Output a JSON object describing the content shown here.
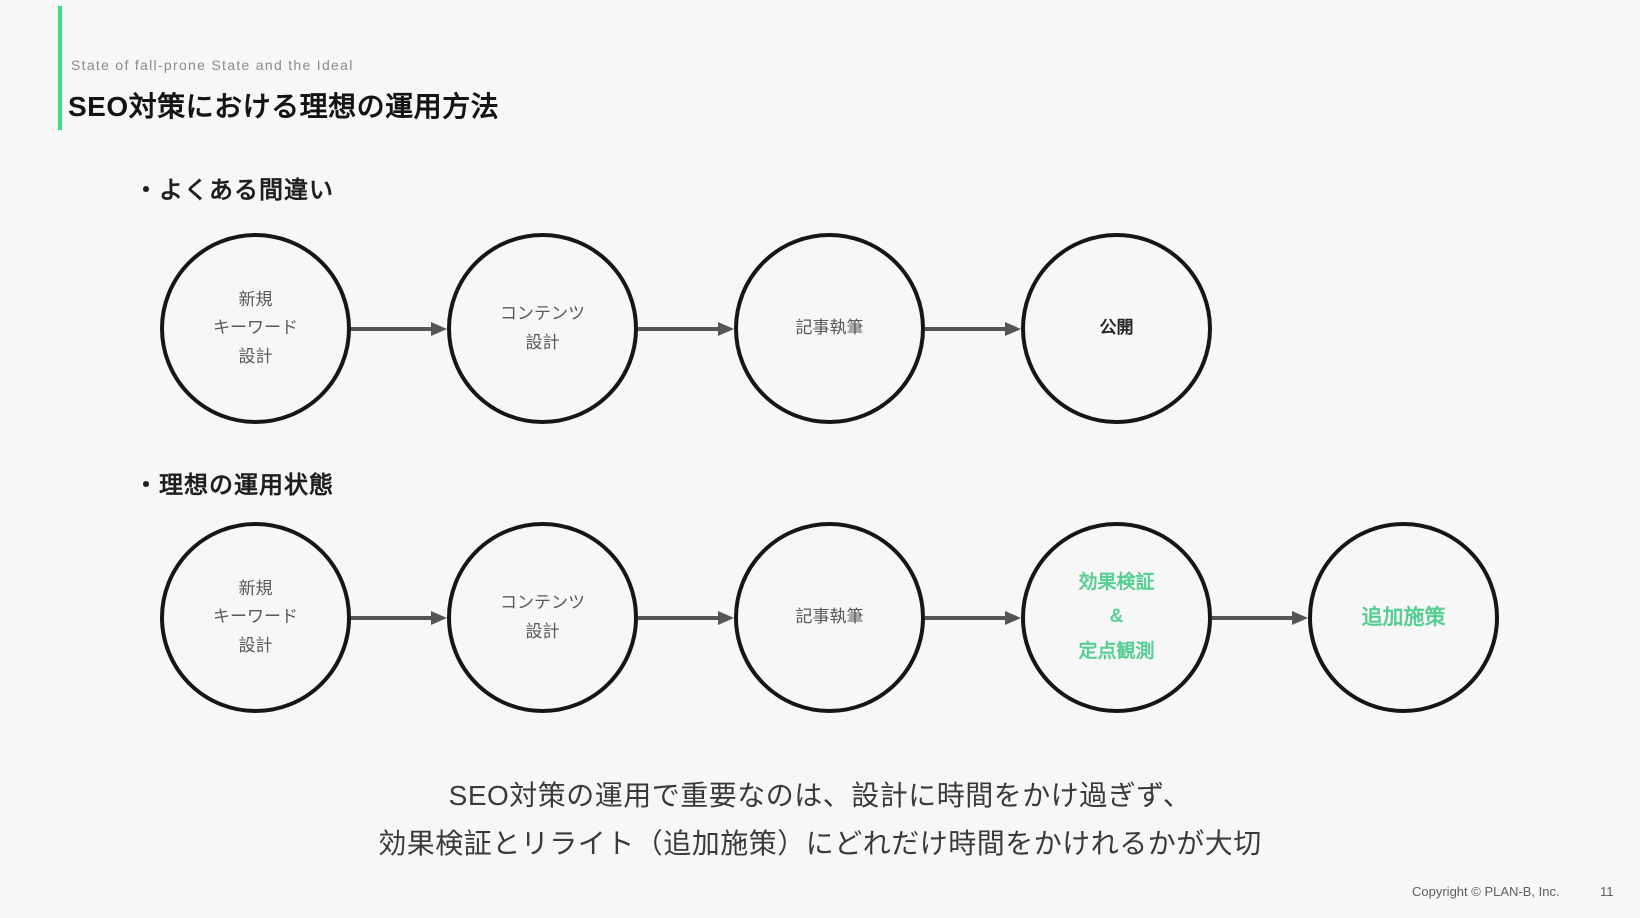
{
  "colors": {
    "background": "#f7f7f8",
    "accent_green": "#3ddd85",
    "step_green": "#57ce92",
    "step_gray": "#595959",
    "step_dark": "#262626",
    "arrow": "#555555"
  },
  "header": {
    "eyebrow": "State of fall-prone State and the Ideal",
    "title": "SEO対策における理想の運用方法"
  },
  "sections": [
    {
      "label": "・よくある間違い",
      "steps": [
        {
          "text": "新規\nキーワード\n設計"
        },
        {
          "text": "コンテンツ\n設計"
        },
        {
          "text": "記事執筆"
        },
        {
          "text": "公開"
        }
      ]
    },
    {
      "label": "・理想の運用状態",
      "steps": [
        {
          "text": "新規\nキーワード\n設計"
        },
        {
          "text": "コンテンツ\n設計"
        },
        {
          "text": "記事執筆"
        },
        {
          "text": "効果検証\n&\n定点観測"
        },
        {
          "text": "追加施策"
        }
      ]
    }
  ],
  "summary": {
    "line1": "SEO対策の運用で重要なのは、設計に時間をかけ過ぎず、",
    "line2": "効果検証とリライト（追加施策）にどれだけ時間をかけれるかが大切"
  },
  "footer": {
    "copyright": "Copyright © PLAN-B, Inc.",
    "page": "11"
  }
}
